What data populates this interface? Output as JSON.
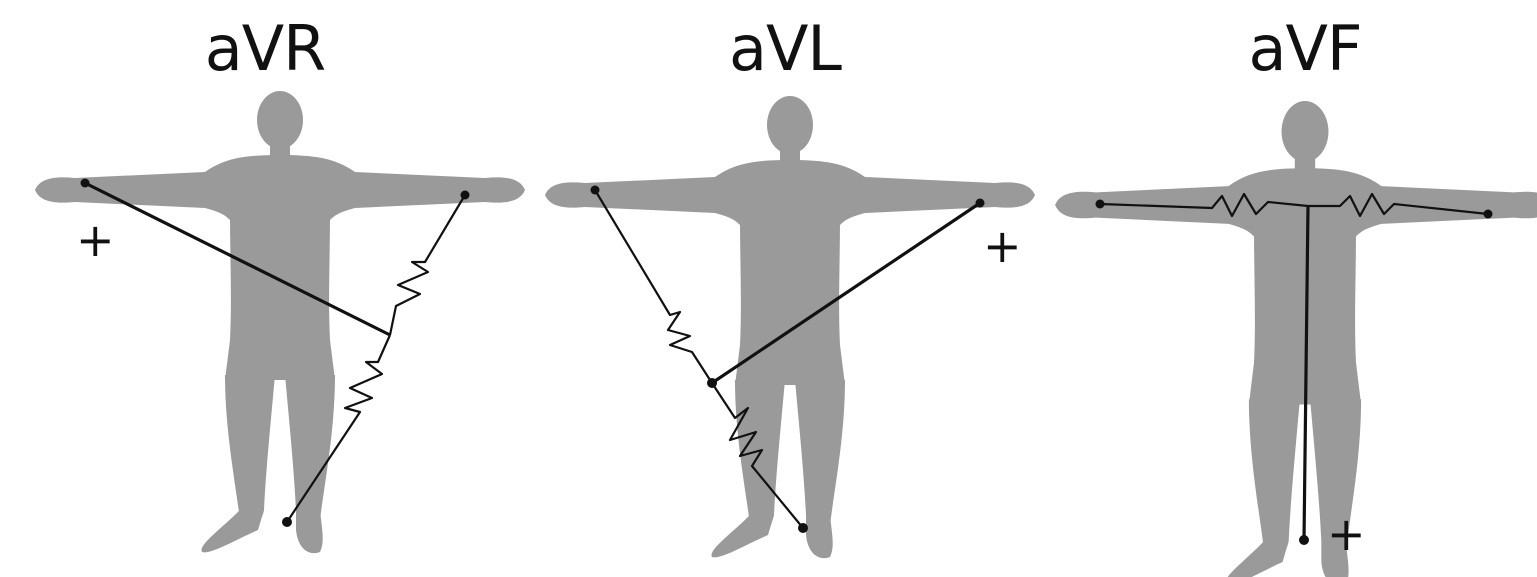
{
  "leads": [
    {
      "title": "aVR",
      "positive_label": "+"
    },
    {
      "title": "aVL",
      "positive_label": "+"
    },
    {
      "title": "aVF",
      "positive_label": "+"
    }
  ],
  "colors": {
    "body": "#9a9a9a",
    "wire": "#111111",
    "background": "#ffffff"
  }
}
